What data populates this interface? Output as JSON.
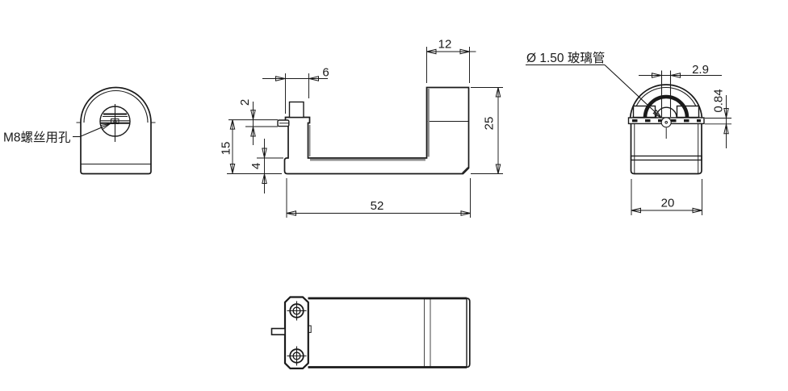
{
  "drawing": {
    "labels": {
      "m8_hole": "M8螺丝用孔",
      "glass_tube": "Ø 1.50 玻璃管"
    },
    "dims": {
      "side": {
        "step_width": "6",
        "pin_height": "2",
        "left_height": "15",
        "base_thickness": "4",
        "total_length": "52",
        "block_width": "12",
        "block_height": "25"
      },
      "front": {
        "tube_width": "2.9",
        "tube_offset": "0.84",
        "body_width": "20"
      }
    },
    "colors": {
      "line": "#1a1a1a",
      "shadow": "#8a8a8a",
      "accent_red": "#c43021",
      "fill_gray": "#7d7d7d",
      "background": "#ffffff"
    }
  }
}
